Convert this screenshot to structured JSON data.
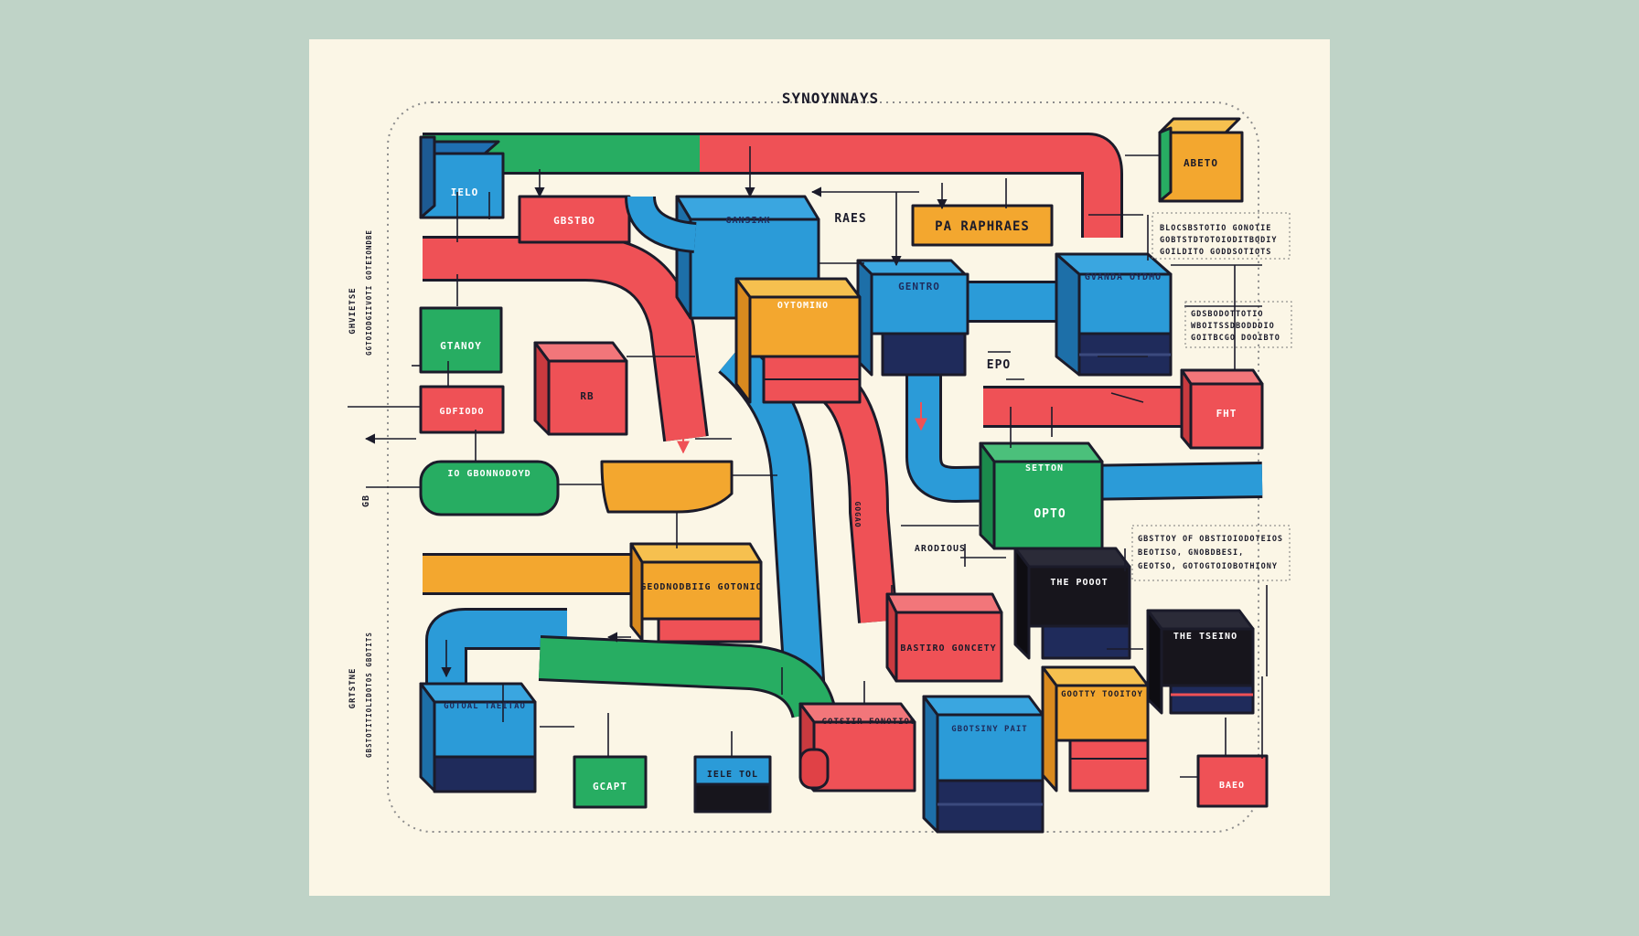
{
  "colors": {
    "background": "#bfd3c7",
    "paper": "#fbf6e6",
    "green": "#27ad62",
    "blue": "#2b9bd8",
    "red": "#ef5156",
    "orange": "#f3a72f",
    "navy": "#1f2b5b",
    "black": "#17151c",
    "outline": "#1b1b2a"
  },
  "title": "SYNOYNNAYS",
  "blocks": {
    "ielo": "IELO",
    "gbstbo": "GBSTBO",
    "gansiak": "GANSIAK",
    "raes": "RAES",
    "pa_raphraes": "PA RAPHRAES",
    "abeto": "ABETO",
    "gentro": "GENTRO",
    "gvanda_oydmo": "GVANDA OYDMO",
    "oytomino": "OYTOMINO",
    "gtanoy": "GTANOY",
    "rb": "RB",
    "gdfiodo": "GDFIODO",
    "epo": "EPO",
    "fht": "FHT",
    "io_gbonnodoyd": "IO GBONNODOYD",
    "setton": "SETTON",
    "opto": "OPTO",
    "arodious": "ARODIOUS",
    "the_pooot": "THE POOOT",
    "geodnodbiig_gotonio": "GEODNODBIIG GOTONIO",
    "bastiro_goncety": "BASTIRO GONCETY",
    "the_tseino": "THE TSEINO",
    "gotoal_taeitao": "GOTOAL TAEITAO",
    "gootty_tooitoy": "GOOTTY TOOITOY",
    "gbotsiny_pait": "GBOTSINY PAIT",
    "gotsiir_fonotioo": "GOTSIIR FONOTIOO",
    "gcapt": "GCAPT",
    "iele_tol": "IELE TOL",
    "baeo": "BAEO",
    "gb": "GB",
    "gogao": "GOGAO"
  },
  "notes": {
    "right_top": [
      "BLOCSBSTOTIO GONOTIE",
      "GOBTSTDTOTOIODITBODIY",
      "GOILDITO GODDSOTIOTS"
    ],
    "right_mid": [
      "GDSBODOTTOTIO",
      "WBOITSSDBODDDIO",
      "GOITBCGO DOOIBTO"
    ],
    "right_low": [
      "GBSTTOY OF OBSTIOIODOTEIOS",
      "BEOTISO, GNOBDBESI,",
      "GEOTSO, GOTOGTOIOBOTHIONY"
    ],
    "left_top": [
      "GHVIETSE",
      "GGTOIODGIIVOTI GOTEIONDBE"
    ],
    "left_low": [
      "GRTSTNE",
      "GBSTOTITIOLIDOTOS GBOTITS"
    ]
  }
}
